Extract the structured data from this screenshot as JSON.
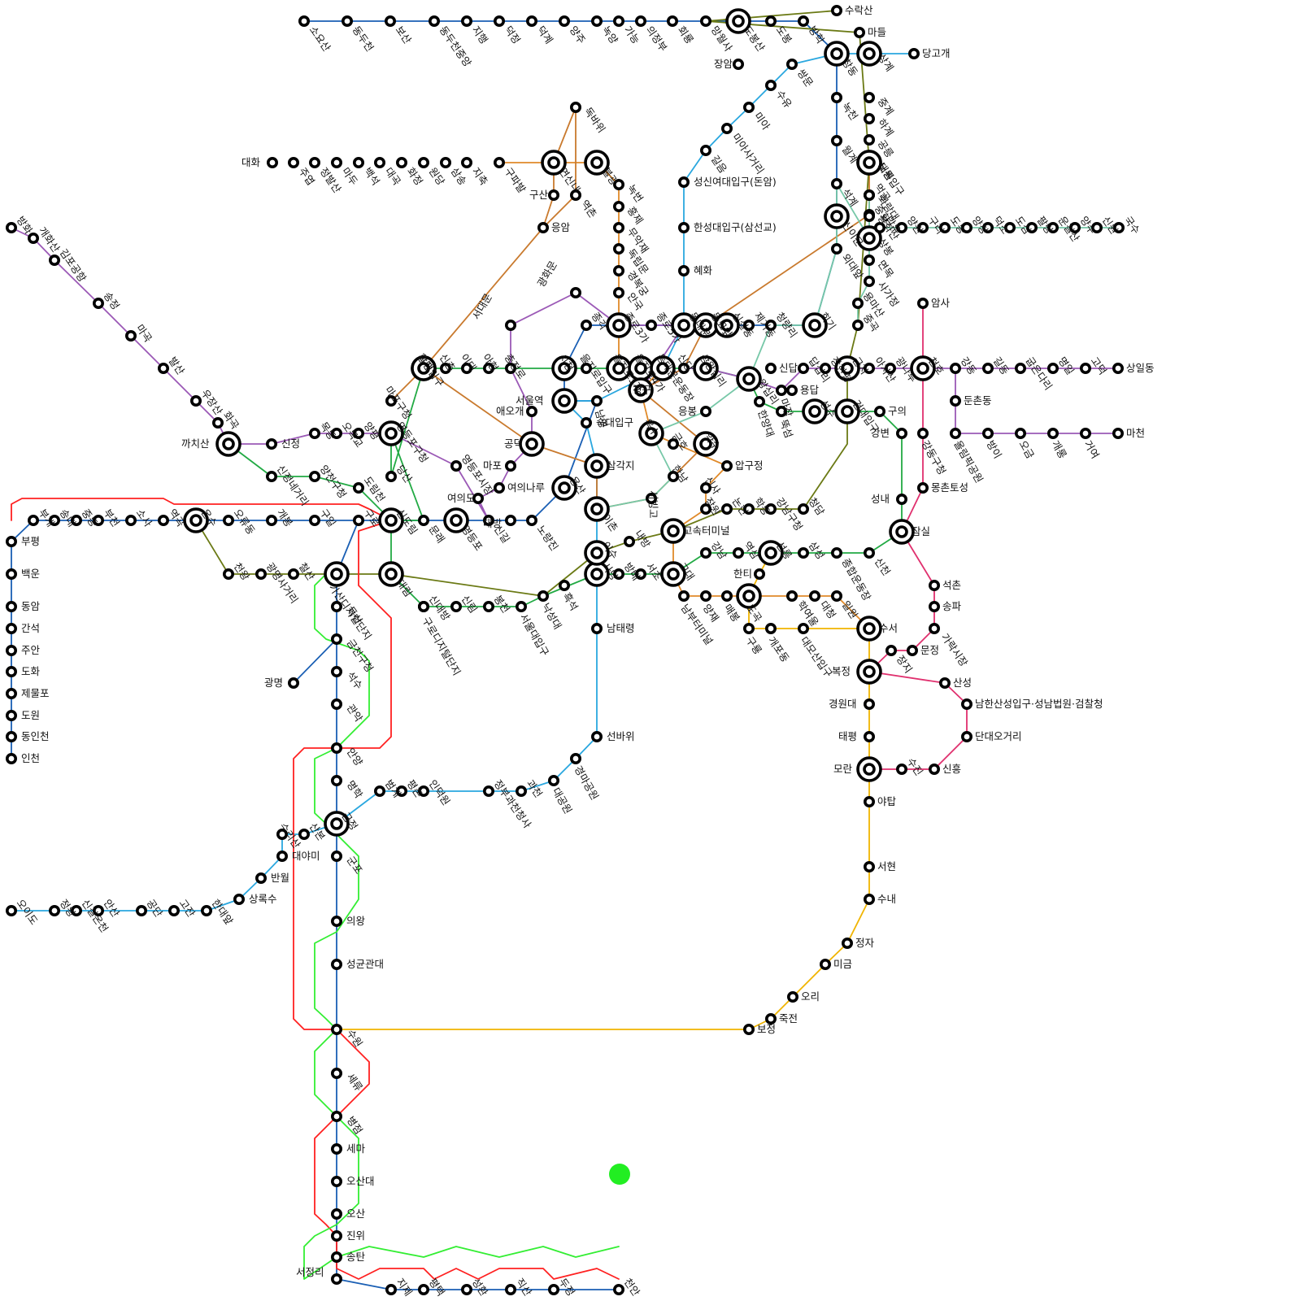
{
  "stations": {
    "dongducheon": "소요산",
    "dongducheon2": "동두천",
    "bosan": "보산",
    "ddjungang": "동두천중앙",
    "jihaeng": "지행",
    "deokjeong": "덕정",
    "deokgye": "덕계",
    "yangju": "양주",
    "nogyang": "녹양",
    "ganeung": "가능",
    "uijeongbu": "의정부",
    "hoeryong": "회룡",
    "mangwolsa": "망월사",
    "dobongsan": "도봉산",
    "dobong": "도봉",
    "banghak": "방학",
    "chang": "창동",
    "suraksan": "수락산",
    "madeul": "마들",
    "sanggye": "상계",
    "danggogae": "당고개",
    "jangam": "장암",
    "ssangmun": "쌍문",
    "suyu": "수유",
    "mia": "미아",
    "miasageori": "미아사거리",
    "gireum": "길음",
    "sungshin": "성신여대입구(돈암)",
    "hansung": "한성대입구(삼선교)",
    "hyehwa": "혜화",
    "nowon": "노원",
    "junggye": "중계",
    "hagye": "하계",
    "gongneung": "공릉",
    "taereung": "태릉입구",
    "nokcheon": "녹천",
    "wolgye": "월계",
    "seokgye": "석계",
    "hwarangdae": "화랑대",
    "bonghwasan": "봉화산",
    "daehwa": "대화",
    "juyeop": "주엽",
    "jeongbalsan": "정발산",
    "madu": "마두",
    "baekseok": "백석",
    "daegok": "대곡",
    "hwajeong": "화정",
    "wondang": "원당",
    "samsong": "삼송",
    "jichuk": "지축",
    "gupabal": "구파발",
    "yeonsinnae": "연신내",
    "bulgwang": "불광",
    "dokbawi": "독바위",
    "gusan": "구산",
    "yeokchon": "역촌",
    "eungam": "응암",
    "nokbeon": "녹번",
    "hongje": "홍제",
    "muakjae": "무악재",
    "dongnimmun": "독립문",
    "gyeongbokgung": "경복궁",
    "anguk": "안국",
    "gwanghwamun": "광화문",
    "seodaemun": "서대문",
    "jongno3": "종로3가",
    "jongno5": "종로5가",
    "jonggak": "종각",
    "dongdaemun": "동대문",
    "dongmyo": "동묘앞",
    "sinseoldong": "신설동",
    "jegi": "제기동",
    "cheongnyangni": "청량리",
    "hoegi": "회기",
    "hufs": "외대앞",
    "sinimun": "신이문",
    "seokgye2": "석계",
    "sangbong": "상봉",
    "mangu": "망우",
    "yangwon": "양원",
    "guri": "구리",
    "donong": "도농",
    "yangjeong": "양정",
    "deokso": "덕소",
    "dosim": "도심",
    "paldang": "팔당",
    "ungilsan": "운길산",
    "yangsu": "양수",
    "sinwon": "신원",
    "guksu": "국수",
    "junghwa": "중화",
    "meokgol": "먹골",
    "myeonmok": "면목",
    "sagajeong": "사가정",
    "yongmasan": "용마산",
    "junggok": "중곡",
    "gunja": "군자",
    "achasan": "아차산",
    "gwangnaru": "광나루",
    "cheonho": "천호",
    "gangdong": "강동",
    "gildong": "길동",
    "gubeundari": "굽은다리",
    "myeongil": "명일",
    "godeok": "고덕",
    "sangil": "상일동",
    "dunchon": "둔촌동",
    "olympic": "올림픽공원",
    "bangi": "방이",
    "ogeum": "오금",
    "gaerong": "개롱",
    "geoyeo": "거여",
    "macheon": "마천",
    "amsa": "암사",
    "gangdonggu": "강동구청",
    "mongchon": "몽촌토성",
    "jamsil": "잠실",
    "seokchon": "석촌",
    "songpa": "송파",
    "garak": "가락시장",
    "munjeong": "문정",
    "jangji": "장지",
    "bokjeong": "복정",
    "sanseong": "산성",
    "namhansan": "남한산성입구·성남법원·검찰청",
    "dandae": "단대오거리",
    "sinheung": "신흥",
    "sujin": "수진",
    "moran": "모란",
    "taepyeong": "태평",
    "gachon": "경원대",
    "yatap": "야탑",
    "seohyeon": "서현",
    "sunae": "수내",
    "jeongja": "정자",
    "migeum": "미금",
    "ori": "오리",
    "jukjeon": "죽전",
    "bojeong": "보정",
    "suseo": "수서",
    "ilwon": "일원",
    "daecheong": "대청",
    "hagyeon": "학여울",
    "daemosan": "대모산입구",
    "gaepo": "개포동",
    "guryong": "구룡",
    "dogok": "도곡",
    "maebong": "매봉",
    "yangjae": "양재",
    "hanti": "한티",
    "seolleung": "선릉",
    "samseong": "삼성",
    "sportscomplex": "종합운동장",
    "sincheon": "신천",
    "seongnae": "성내",
    "gangbyeon": "강변",
    "guui": "구의",
    "kondae": "건대입구",
    "ttukseom": "뚝섬",
    "seongsu": "성수",
    "yongdap": "용답",
    "sindap": "신답",
    "wangsimni": "왕십리",
    "majang": "마장",
    "dapsimni": "답십리",
    "janghanpyeong": "장한평",
    "hanyang": "한양대",
    "sangwangsimni": "상왕십리",
    "sindang": "신당",
    "eungbong": "응봉",
    "oksu": "옥수",
    "geumho": "금호",
    "yaksu": "약수",
    "cheonggu": "청구",
    "dongdaemunstadium": "동대문운동장",
    "euljiro4": "을지로4가",
    "euljiro3": "을지로3가",
    "euljiro1": "을지로입구",
    "cityhall": "시청",
    "chungjeongno": "충정로",
    "ahyeon": "아현",
    "ewha": "이대",
    "sinchon": "신촌",
    "hongdae": "홍대입구",
    "hapjeong": "합정",
    "dangsan": "당산",
    "mangwon": "망원",
    "mapogucheong": "마포구청",
    "worldcup": "월드컵경기장",
    "digitalmedia": "디지털미디어시티",
    "susaek": "수색",
    "jeungsan": "증산",
    "saejeol": "새절",
    "gajwa": "가좌",
    "seoulstation": "서울역",
    "namyeong": "남영",
    "yongsan": "용산",
    "ichon": "이촌",
    "seobinggo": "서빙고",
    "hannam": "한남",
    "oksu2": "옥수",
    "apgujeong": "압구정",
    "sinsa": "신사",
    "jamwon": "잠원",
    "expressbus": "고속터미널",
    "gyodae": "교대",
    "seocho": "서초",
    "bangbae": "방배",
    "sadang": "사당",
    "isu": "이수",
    "naebang": "내방",
    "nambu": "남부터미널",
    "gangnam": "강남",
    "yeoksam": "역삼",
    "nonhyeon": "논현",
    "hakdong": "학동",
    "gangnamgu": "강남구청",
    "cheongdam": "청담",
    "samgakji": "삼각지",
    "sookmyung": "숙대입구",
    "hyochang": "효창공원앞",
    "gongdeok": "공덕",
    "aeogae": "애오개",
    "mapo": "마포",
    "yeouinaru": "여의나루",
    "yeouido": "여의도",
    "singil": "신길",
    "yeongdeungpo": "영등포",
    "yeongdeungpogu": "영등포구청",
    "yeongdeungposijang": "영등포시장",
    "mullae": "문래",
    "sindorim": "신도림",
    "daerim": "대림",
    "guro": "구로",
    "gurodigital": "구로디지털단지",
    "sindaebang": "신대방",
    "sillim": "신림",
    "bongcheon": "봉천",
    "snu": "서울대입구",
    "nakseongdae": "낙성대",
    "dorimcheon": "도림천",
    "yangcheongu": "양천구청",
    "sinjeongnegeori": "신정네거리",
    "sinjeong": "신정",
    "mokdong": "목동",
    "omokgyo": "오목교",
    "yangpyeong": "양평",
    "kkachisan": "까치산",
    "hwagok": "화곡",
    "ujangsan": "우장산",
    "balsan": "발산",
    "magok": "마곡",
    "songjeong": "송정",
    "gimpo": "김포공항",
    "gaehwasan": "개화산",
    "banghwa": "방화",
    "daebang": "대방",
    "noryangjin": "노량진",
    "nodeul": "노들",
    "heukseok": "흑석",
    "dongjak": "동작",
    "chongsindae": "총신대입구",
    "namtaeryeong": "남태령",
    "seonbawi": "선바위",
    "gyeongma": "경마공원",
    "daegongwon": "대공원",
    "gwacheon": "과천",
    "govcomplex": "정부과천청사",
    "indeogwon": "인덕원",
    "pyeongchon": "평촌",
    "beomgye": "범계",
    "geumjeong": "금정",
    "sanbon": "산본",
    "surisan": "수리산",
    "daeyami": "대야미",
    "banwol": "반월",
    "sangroksu": "상록수",
    "handaeap": "한대앞",
    "gojan": "고잔",
    "gongdan": "공단",
    "ansan": "안산",
    "singiloncheon": "신길온천",
    "jeongwang": "정왕",
    "oido": "오이도",
    "gunpo": "군포",
    "uiwang": "의왕",
    "sungkyunkwan": "성균관대",
    "suwon": "수원",
    "seryu": "세류",
    "byeongjeom": "병점",
    "sema": "세마",
    "osandae": "오산대",
    "osan": "오산",
    "jinwi": "진위",
    "songtan": "송탄",
    "seojeongni": "서정리",
    "jije": "지제",
    "pyeongtaek": "평택",
    "seonghwan": "성환",
    "jiksan": "직산",
    "dujeong": "두정",
    "cheonan": "천안",
    "myeonghak": "명학",
    "anyang": "안양",
    "gwanak": "관악",
    "seoksu": "석수",
    "geumcheon": "금천구청",
    "gwangmyeong": "광명",
    "doksan": "독산",
    "gasan": "가산디지털단지",
    "cheolsan": "철산",
    "gwangmyeongsageori": "광명사거리",
    "cheonwang": "천왕",
    "onsu": "온수",
    "oryu": "오류동",
    "gaebong": "개봉",
    "guil": "구일",
    "yeokgok": "역곡",
    "sosa": "소사",
    "bucheon": "부천",
    "jungdong": "중동",
    "songnae": "송내",
    "bugae": "부개",
    "bupyeong": "부평",
    "baegun": "백운",
    "dongam": "동암",
    "ganseok": "간석",
    "juan": "주안",
    "dohwa": "도화",
    "jemulpo": "제물포",
    "dowon": "도원",
    "dongincheon": "동인천",
    "incheon": "인천",
    "sindorim2": "신도림",
    "singil2": "신길",
    "daebang2": "대방",
    "namgu": "남구로"
  },
  "legend_marker_color": "#22ee22",
  "line_colors": {
    "line1": "#1a5fb4",
    "line2": "#22aa44",
    "line3": "#e08a2a",
    "line4": "#2aa7df",
    "line5": "#9b59b6",
    "line6": "#c97a2e",
    "line7": "#6b7a15",
    "line8": "#e0306e",
    "bundang": "#f0b400",
    "jungang": "#77c8a8",
    "express": "#ff2020",
    "express2": "#33ee33"
  }
}
